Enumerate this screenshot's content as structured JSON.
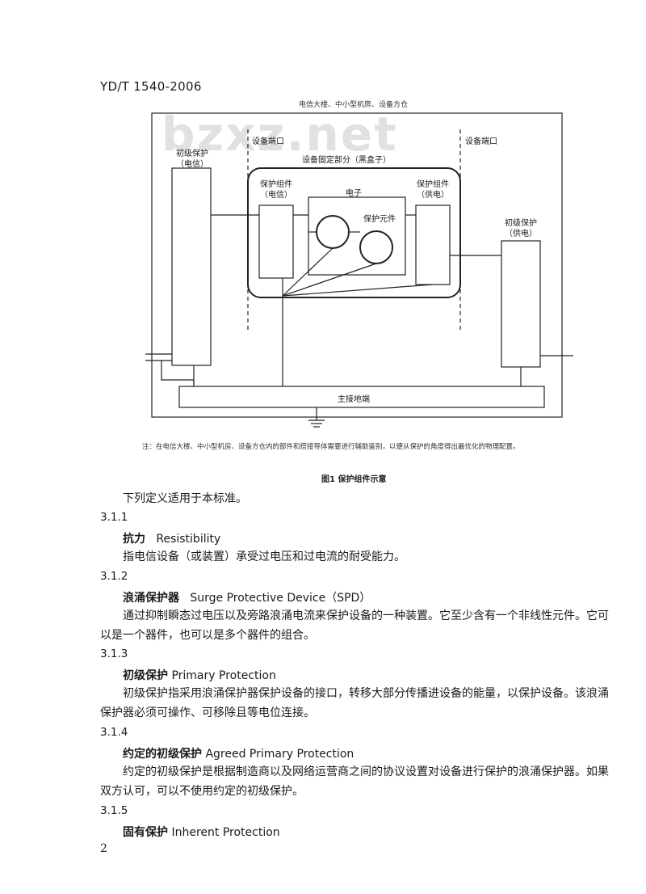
{
  "header": {
    "standard_id": "YD/T 1540-2006"
  },
  "watermark": "bzxz.net",
  "figure": {
    "top_label": "电信大楼、中小型机房、设备方仓",
    "equipment_port_left": "设备端口",
    "equipment_port_right": "设备端口",
    "fixed_part": "设备固定部分（黑盒子）",
    "primary_telecom": "初级保护\n（电信）",
    "protection_telecom": "保护组件\n（电信）",
    "electronics": "电子",
    "protection_element": "保护元件",
    "protection_power": "保护组件\n（供电）",
    "primary_power": "初级保护\n（供电）",
    "main_ground": "主接地端",
    "note": "注：在电信大楼、中小型机房、设备方仓内的部件和搭接导体需要进行辅助鉴别，以便从保护的角度得出最优化的物理配置。",
    "caption": "图1   保护组件示意"
  },
  "body": {
    "intro": "下列定义适用于本标准。",
    "sections": [
      {
        "number": "3.1.1",
        "term_cn": "抗力",
        "term_en": "Resistibility",
        "lines": [
          "指电信设备（或装置）承受过电压和过电流的耐受能力。"
        ]
      },
      {
        "number": "3.1.2",
        "term_cn": "浪涌保护器",
        "term_en": "Surge Protective Device（SPD）",
        "lines": [
          "通过抑制瞬态过电压以及旁路浪涌电流来保护设备的一种装置。它至少含有一个非线性元件。它可",
          "以是一个器件，也可以是多个器件的组合。"
        ]
      },
      {
        "number": "3.1.3",
        "term_cn": "初级保护",
        "term_en": "Primary Protection",
        "lines": [
          "初级保护指采用浪涌保护器保护设备的接口，转移大部分传播进设备的能量，以保护设备。该浪涌",
          "保护器必须可操作、可移除且等电位连接。"
        ]
      },
      {
        "number": "3.1.4",
        "term_cn": "约定的初级保护",
        "term_en": "Agreed Primary Protection",
        "lines": [
          "约定的初级保护是根据制造商以及网络运营商之间的协议设置对设备进行保护的浪涌保护器。如果",
          "双方认可，可以不使用约定的初级保护。"
        ]
      },
      {
        "number": "3.1.5",
        "term_cn": "固有保护",
        "term_en": "Inherent Protection",
        "lines": []
      }
    ]
  },
  "page_number": "2"
}
